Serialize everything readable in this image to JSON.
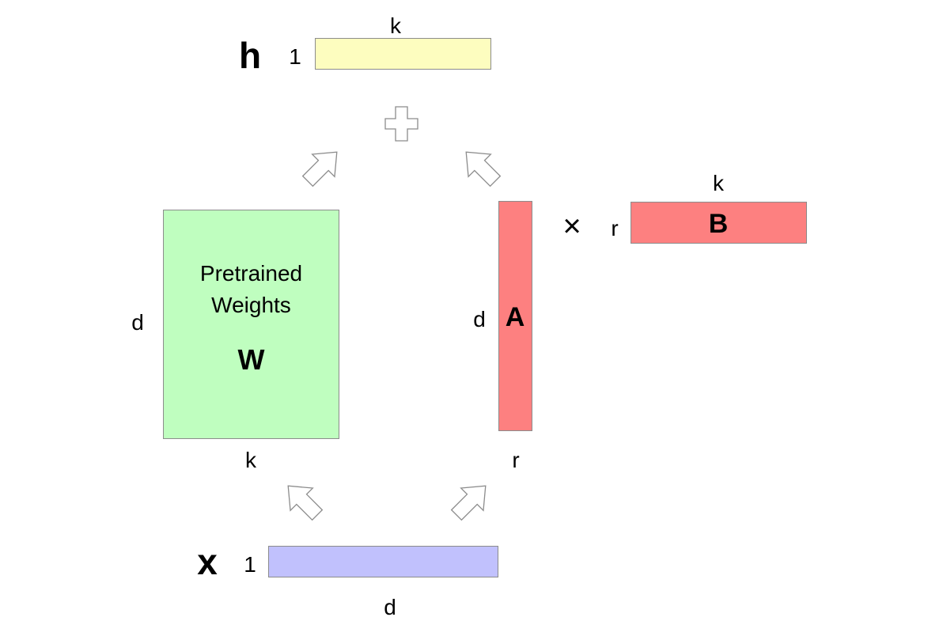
{
  "diagram": {
    "h": {
      "symbol": "h",
      "rows": "1",
      "cols": "k"
    },
    "x": {
      "symbol": "x",
      "rows": "1",
      "cols": "d"
    },
    "w": {
      "label": "Pretrained\nWeights",
      "symbol": "W",
      "rows": "d",
      "cols": "k"
    },
    "a": {
      "symbol": "A",
      "rows": "d",
      "cols": "r"
    },
    "b": {
      "symbol": "B",
      "rows": "r",
      "cols": "k"
    },
    "multiply_symbol": "×",
    "colors": {
      "h": "#fdfdbf",
      "x": "#c1c1fd",
      "w": "#bffebf",
      "a": "#fd8080",
      "b": "#fd8080",
      "outline": "#8c8c8c"
    }
  }
}
